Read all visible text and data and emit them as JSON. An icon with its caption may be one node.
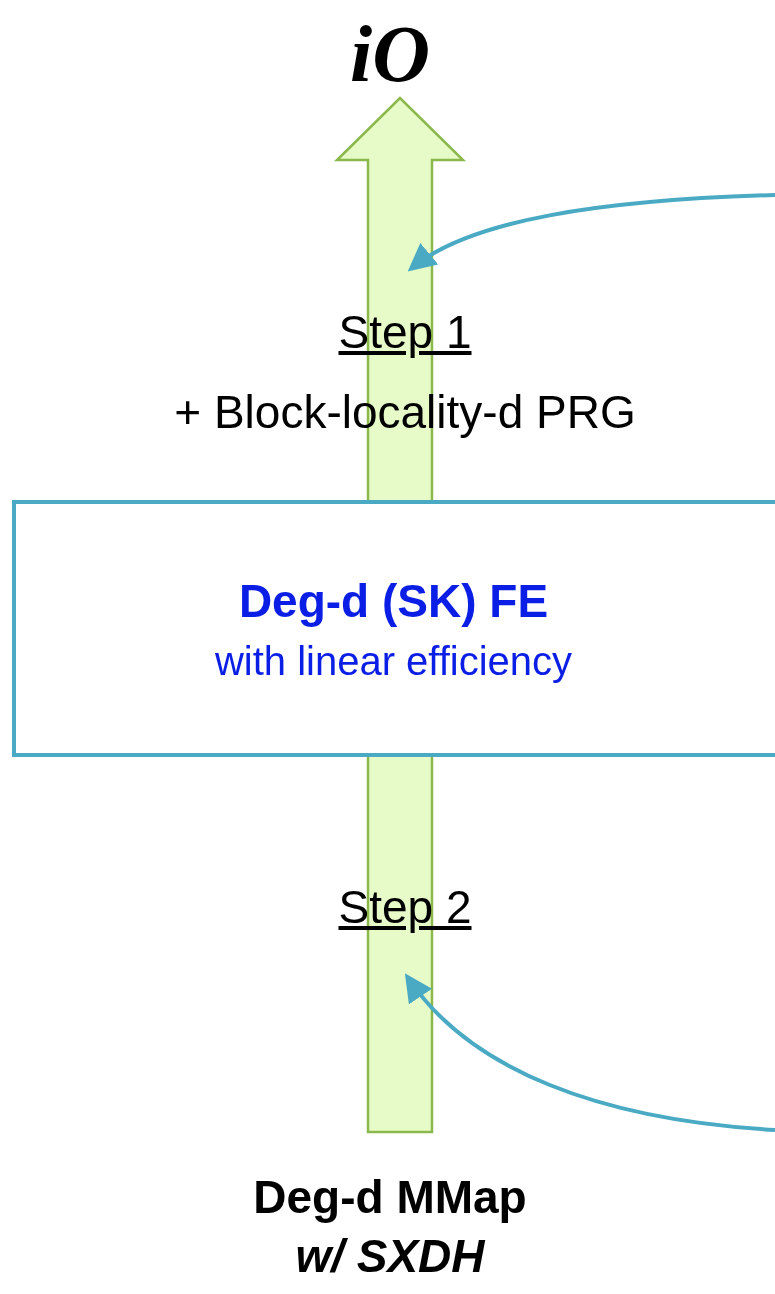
{
  "diagram": {
    "nodes": [
      {
        "text": [
          "iO"
        ]
      },
      {
        "text": [
          "Deg-d (SK) FE",
          "with linear efficiency"
        ]
      },
      {
        "text": [
          "Deg-d MMap",
          "w/ SXDH"
        ]
      }
    ],
    "edges": [
      {
        "from": 2,
        "to": 0,
        "arrow": "to",
        "style": "thick"
      }
    ],
    "labels": [
      "Step 1",
      "+ Block-locality-d PRG",
      "Step 2"
    ]
  }
}
